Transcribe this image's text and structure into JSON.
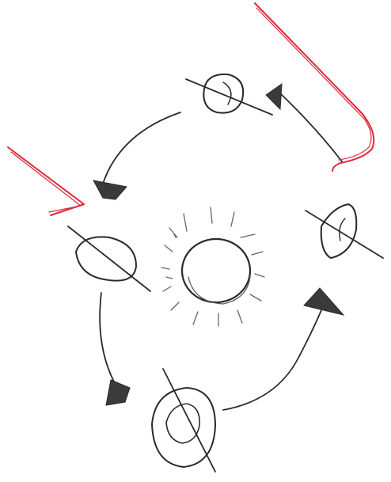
{
  "diagram": {
    "colors": {
      "paper": "#ffffff",
      "pencil": "#2a2a2a",
      "pencil_light": "#555555",
      "red_pen": "#e0283a"
    },
    "elements": {
      "sun": "sun",
      "earth_positions": [
        "earth-top",
        "earth-left",
        "earth-bottom",
        "earth-right"
      ],
      "orbit_arrows": [
        "arrow-top-to-left",
        "arrow-left-to-bottom",
        "arrow-bottom-to-right",
        "arrow-right-to-top"
      ],
      "red_markers": [
        "red-pointer-top-right",
        "red-pointer-left"
      ]
    }
  }
}
